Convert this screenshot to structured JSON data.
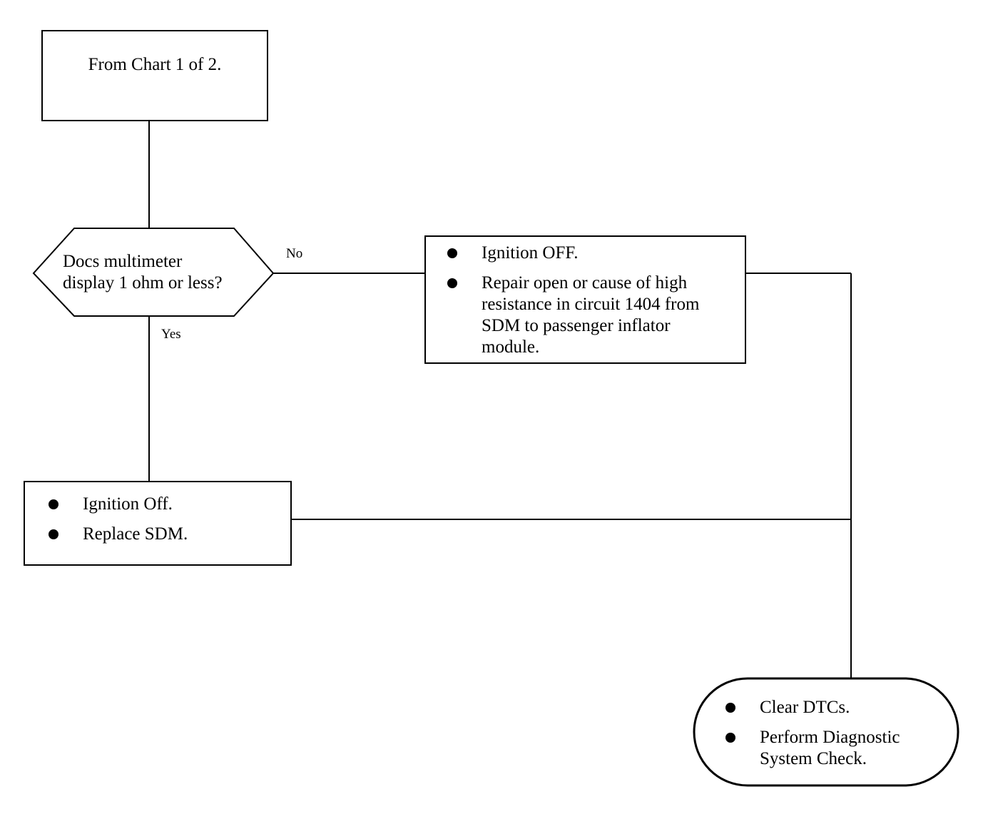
{
  "start": {
    "text": "From Chart 1 of 2."
  },
  "decision": {
    "lines": [
      "Docs multimeter",
      "display 1 ohm or less?"
    ],
    "no_label": "No",
    "yes_label": "Yes"
  },
  "no_action": {
    "items": [
      "Ignition OFF.",
      "Repair open or cause of high resistance in circuit 1404 from SDM to passenger inflator module."
    ]
  },
  "yes_action": {
    "items": [
      "Ignition Off.",
      "Replace SDM."
    ]
  },
  "end": {
    "items": [
      "Clear DTCs.",
      "Perform Diagnostic System Check."
    ]
  }
}
